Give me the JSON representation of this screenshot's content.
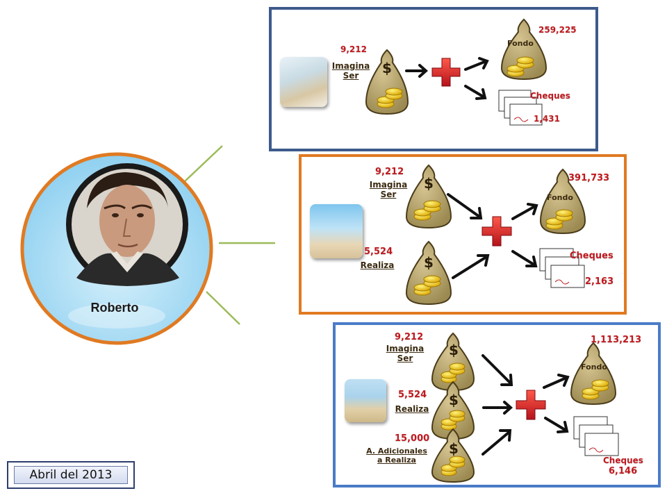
{
  "profile": {
    "name": "Roberto"
  },
  "date_label": "Abril del 2013",
  "panels": [
    {
      "sources": [
        {
          "value": "9,212",
          "label_line1": "Imagina",
          "label_line2": "Ser"
        }
      ],
      "fondo": {
        "label": "Fondo",
        "value": "259,225"
      },
      "cheques": {
        "label": "Cheques",
        "value": "1,431"
      }
    },
    {
      "sources": [
        {
          "value": "9,212",
          "label_line1": "Imagina",
          "label_line2": "Ser"
        },
        {
          "value": "5,524",
          "label_line1": "Realiza",
          "label_line2": ""
        }
      ],
      "fondo": {
        "label": "Fondo",
        "value": "391,733"
      },
      "cheques": {
        "label": "Cheques",
        "value": "2,163"
      }
    },
    {
      "sources": [
        {
          "value": "9,212",
          "label_line1": "Imagina",
          "label_line2": "Ser"
        },
        {
          "value": "5,524",
          "label_line1": "Realiza",
          "label_line2": ""
        },
        {
          "value": "15,000",
          "label_line1": "A. Adicionales",
          "label_line2": "a Realiza"
        }
      ],
      "fondo": {
        "label": "Fondo",
        "value": "1,113,213"
      },
      "cheques": {
        "label": "Cheques",
        "value": "6,146"
      }
    }
  ],
  "symbols": {
    "dollar": "$",
    "plus": "+"
  },
  "colors": {
    "panel1_border": "#3d5a8c",
    "panel2_border": "#e07a22",
    "panel3_border": "#4a7cc7",
    "value_red": "#c0191e",
    "bag": "#b7a46a",
    "connector": "#9bbb59",
    "profile_ring": "#e07a22",
    "profile_fill": "#a8dcf5"
  },
  "icons": [
    "money-bag-icon",
    "coins-icon",
    "plus-icon",
    "arrow-icon",
    "cheques-icon"
  ]
}
